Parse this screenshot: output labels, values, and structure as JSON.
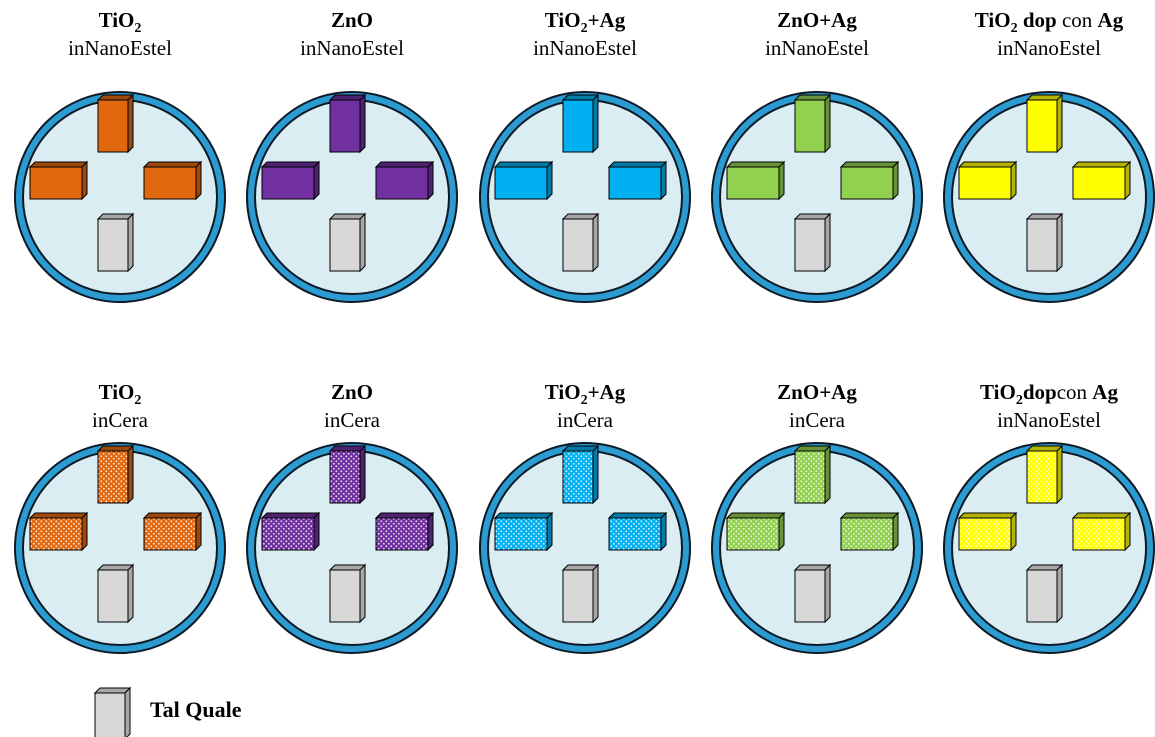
{
  "colors": {
    "background": "#ffffff",
    "dish_fill": "#daedf3",
    "dish_ring": "#2b9bd2",
    "dish_edge": "#0d1a26",
    "untreated": "#d8d8d8"
  },
  "panels": [
    {
      "row": 0,
      "parts": [
        {
          "t": "TiO",
          "b": true
        },
        {
          "t": "2",
          "b": true,
          "sub": true
        }
      ],
      "subtitle": "inNanoEstel",
      "color": "#e2680f",
      "pattern": "solid"
    },
    {
      "row": 0,
      "parts": [
        {
          "t": "ZnO",
          "b": true
        }
      ],
      "subtitle": "inNanoEstel",
      "color": "#7030a0",
      "pattern": "solid"
    },
    {
      "row": 0,
      "parts": [
        {
          "t": "TiO",
          "b": true
        },
        {
          "t": "2",
          "b": true,
          "sub": true
        },
        {
          "t": "+Ag",
          "b": true
        }
      ],
      "subtitle": "inNanoEstel",
      "color": "#00b0f0",
      "pattern": "solid"
    },
    {
      "row": 0,
      "parts": [
        {
          "t": "ZnO+Ag",
          "b": true
        }
      ],
      "subtitle": "inNanoEstel",
      "color": "#92d050",
      "pattern": "solid"
    },
    {
      "row": 0,
      "parts": [
        {
          "t": "TiO",
          "b": true
        },
        {
          "t": "2",
          "b": true,
          "sub": true
        },
        {
          "t": " dop",
          "b": true
        },
        {
          "t": " con ",
          "b": false
        },
        {
          "t": "Ag",
          "b": true
        }
      ],
      "subtitle": "inNanoEstel",
      "color": "#ffff00",
      "pattern": "solid"
    },
    {
      "row": 1,
      "parts": [
        {
          "t": "TiO",
          "b": true
        },
        {
          "t": "2",
          "b": true,
          "sub": true
        }
      ],
      "subtitle": "inCera",
      "color": "#e2680f",
      "pattern": "dotted"
    },
    {
      "row": 1,
      "parts": [
        {
          "t": "ZnO",
          "b": true
        }
      ],
      "subtitle": "inCera",
      "color": "#7030a0",
      "pattern": "dotted"
    },
    {
      "row": 1,
      "parts": [
        {
          "t": "TiO",
          "b": true
        },
        {
          "t": "2",
          "b": true,
          "sub": true
        },
        {
          "t": "+Ag",
          "b": true
        }
      ],
      "subtitle": "inCera",
      "color": "#00b0f0",
      "pattern": "dotted"
    },
    {
      "row": 1,
      "parts": [
        {
          "t": "ZnO+Ag",
          "b": true
        }
      ],
      "subtitle": "inCera",
      "color": "#92d050",
      "pattern": "dotted"
    },
    {
      "row": 1,
      "parts": [
        {
          "t": "TiO",
          "b": true
        },
        {
          "t": "2",
          "b": true,
          "sub": true
        },
        {
          "t": "dop",
          "b": true
        },
        {
          "t": "con ",
          "b": false
        },
        {
          "t": "Ag",
          "b": true
        }
      ],
      "subtitle": "inNanoEstel",
      "color": "#ffff00",
      "pattern": "dotted"
    }
  ],
  "legend": {
    "label": "Tal Quale",
    "color": "#d8d8d8"
  }
}
